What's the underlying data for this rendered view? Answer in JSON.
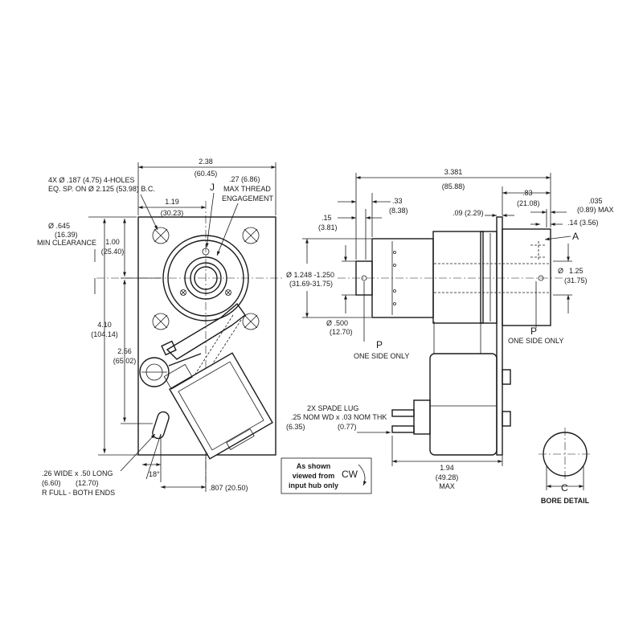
{
  "front_view": {
    "overall_width": "2.38",
    "overall_width_mm": "(60.45)",
    "holes_note_1": "4X Ø .187 (4.75) 4-HOLES",
    "holes_note_2": "EQ. SP. ON Ø 2.125 (53.98) B.C.",
    "thread_depth": ".27 (6.86)",
    "thread_label_1": "MAX THREAD",
    "thread_label_2": "ENGAGEMENT",
    "callout_j": "J",
    "center_x": "1.19",
    "center_x_mm": "(30.23)",
    "clearance_1": "Ø .645",
    "clearance_2": "(16.39)",
    "clearance_3": "MIN CLEARANCE",
    "center_y": "1.00",
    "center_y_mm": "(25.40)",
    "overall_height": "4.10",
    "overall_height_mm": "(104.14)",
    "slot_height": "2.56",
    "slot_height_mm": "(65.02)",
    "slot_note_1": ".26 WIDE x .50 LONG",
    "slot_note_2a": "(6.60)",
    "slot_note_2b": "(12.70)",
    "slot_note_3": "R FULL - BOTH ENDS",
    "angle": "18°",
    "slot_offset": ".807 (20.50)"
  },
  "rotation_note": {
    "line_1": "As shown",
    "line_2": "viewed from",
    "line_3": "input hub only",
    "direction": "CW"
  },
  "side_view": {
    "overall_length": "3.381",
    "overall_length_mm": "(85.88)",
    "d_33": ".33",
    "d_33_mm": "(8.38)",
    "d_15": ".15",
    "d_15_mm": "(3.81)",
    "d_09": ".09 (2.29)",
    "d_83": ".83",
    "d_83_mm": "(21.08)",
    "d_035": ".035",
    "d_035_mm": "(0.89) MAX",
    "d_14": ".14 (3.56)",
    "callout_a": "A",
    "bore_1": "Ø 1.248 -1.250",
    "bore_2": "(31.69-31.75)",
    "out_dia": "Ø",
    "out_dia_val": "1.25",
    "out_dia_mm": "(31.75)",
    "shaft_1": "Ø .500",
    "shaft_2": "(12.70)",
    "p_left": "P",
    "p_left_note": "ONE SIDE ONLY",
    "p_right": "P",
    "p_right_note": "ONE SIDE ONLY",
    "lug_1": "2X SPADE LUG",
    "lug_2": ".25 NOM WD x .03 NOM THK",
    "lug_3a": "(6.35)",
    "lug_3b": "(0.77)",
    "d_194": "1.94",
    "d_194_mm": "(49.28)",
    "d_194_max": "MAX"
  },
  "bore_detail": {
    "callout_c": "C",
    "title": "BORE DETAIL"
  }
}
